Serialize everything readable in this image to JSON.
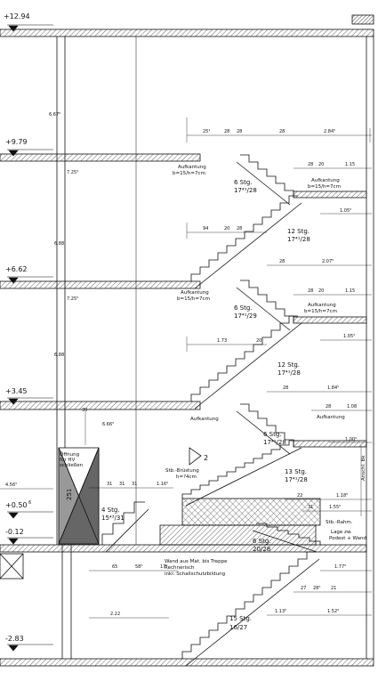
{
  "levels": [
    {
      "key": "l1294",
      "text": "+12.94"
    },
    {
      "key": "l979",
      "text": "+9.79"
    },
    {
      "key": "l662",
      "text": "+6.62"
    },
    {
      "key": "l345",
      "text": "+3.45"
    },
    {
      "key": "l050",
      "text": "+0.50"
    },
    {
      "key": "l050sup",
      "text": "6"
    },
    {
      "key": "l012",
      "text": "-0.12"
    },
    {
      "key": "l283",
      "text": "-2.83"
    }
  ],
  "stairs": [
    {
      "key": "s1a",
      "text": "6  Stg."
    },
    {
      "key": "s1b",
      "text": "17⁴¹/28"
    },
    {
      "key": "s2a",
      "text": "12  Stg."
    },
    {
      "key": "s2b",
      "text": "17⁴¹/28"
    },
    {
      "key": "s3a",
      "text": "6  Stg."
    },
    {
      "key": "s3b",
      "text": "17⁴¹/29"
    },
    {
      "key": "s4a",
      "text": "12  Stg."
    },
    {
      "key": "s4b",
      "text": "17⁴¹/28"
    },
    {
      "key": "s5a",
      "text": "6  Stg."
    },
    {
      "key": "s5b",
      "text": "17⁴¹/28"
    },
    {
      "key": "s6a",
      "text": "13  Stg."
    },
    {
      "key": "s6b",
      "text": "17⁴¹/28"
    },
    {
      "key": "s7a",
      "text": "4  Stg."
    },
    {
      "key": "s7b",
      "text": "15⁴³/31"
    },
    {
      "key": "s8a",
      "text": "6  Stg."
    },
    {
      "key": "s8b",
      "text": "20/28"
    },
    {
      "key": "s9a",
      "text": "15  Stg."
    },
    {
      "key": "s9b",
      "text": "16/27"
    }
  ],
  "labels": [
    {
      "key": "aufk1",
      "text": "Aufkantung"
    },
    {
      "key": "aufk1b",
      "text": "b=15/h=7cm"
    },
    {
      "key": "aufk2",
      "text": "Aufkantung"
    },
    {
      "key": "aufk2b",
      "text": "b=15/h=7cm"
    },
    {
      "key": "aufk3",
      "text": "Aufkantung"
    },
    {
      "key": "aufk3b",
      "text": "b=15/h=7cm"
    },
    {
      "key": "aufk4",
      "text": "Aufkantung"
    },
    {
      "key": "aufk4b",
      "text": "b=15/h=7cm"
    },
    {
      "key": "aufk5",
      "text": "Aufkantung"
    },
    {
      "key": "aufk6",
      "text": "Aufkantung"
    },
    {
      "key": "oeff1",
      "text": "Öffnung"
    },
    {
      "key": "oeff2",
      "text": "für HV"
    },
    {
      "key": "oeff3",
      "text": "schließen"
    },
    {
      "key": "oeffnum",
      "text": "251"
    },
    {
      "key": "d2",
      "text": "2"
    },
    {
      "key": "stb1",
      "text": "Stb.-Brüstung"
    },
    {
      "key": "stb2",
      "text": "h=?4cm"
    },
    {
      "key": "stbr",
      "text": "Stb.-Rahm."
    },
    {
      "key": "lage1",
      "text": "Lage zw."
    },
    {
      "key": "lage2",
      "text": "Podest + Wand"
    },
    {
      "key": "wand1",
      "text": "Wand aus Mat. bis Treppe"
    },
    {
      "key": "wand2",
      "text": "Rechnerisch"
    },
    {
      "key": "wand3",
      "text": "inkl. Schallschutzbildung"
    },
    {
      "key": "anschl",
      "text": "Anschl. Bk"
    }
  ],
  "dims": [
    {
      "key": "d667",
      "text": "6.67⁵"
    },
    {
      "key": "d725",
      "text": "7.25⁵"
    },
    {
      "key": "d688a",
      "text": "6.88"
    },
    {
      "key": "d725b",
      "text": "7.25⁵"
    },
    {
      "key": "d688b",
      "text": "6.88"
    },
    {
      "key": "d666",
      "text": "6.66⁵"
    },
    {
      "key": "d456",
      "text": "4.56⁵"
    },
    {
      "key": "d39",
      "text": "39"
    },
    {
      "key": "r1a",
      "text": "25¹"
    },
    {
      "key": "r1b",
      "text": "28"
    },
    {
      "key": "r1c",
      "text": "28"
    },
    {
      "key": "r1d",
      "text": "28"
    },
    {
      "key": "r1e",
      "text": "2.84⁵"
    },
    {
      "key": "r2a",
      "text": "28"
    },
    {
      "key": "r2b",
      "text": "20"
    },
    {
      "key": "r2c",
      "text": "1.15"
    },
    {
      "key": "r3",
      "text": "1.05⁵"
    },
    {
      "key": "r4a",
      "text": "94"
    },
    {
      "key": "r4b",
      "text": "20"
    },
    {
      "key": "r4c",
      "text": "28"
    },
    {
      "key": "r5a",
      "text": "28"
    },
    {
      "key": "r5b",
      "text": "2.07⁵"
    },
    {
      "key": "r6a",
      "text": "28"
    },
    {
      "key": "r6b",
      "text": "20"
    },
    {
      "key": "r6c",
      "text": "1.15"
    },
    {
      "key": "r7",
      "text": "1.05⁵"
    },
    {
      "key": "r8a",
      "text": "1.73"
    },
    {
      "key": "r8b",
      "text": "20"
    },
    {
      "key": "r9",
      "text": "28"
    },
    {
      "key": "r10",
      "text": "1.84⁵"
    },
    {
      "key": "r11a",
      "text": "28"
    },
    {
      "key": "r11b",
      "text": "1.08"
    },
    {
      "key": "r12",
      "text": "1.00⁵"
    },
    {
      "key": "r13a",
      "text": "31"
    },
    {
      "key": "r13b",
      "text": "31"
    },
    {
      "key": "r13c",
      "text": "31"
    },
    {
      "key": "r13d",
      "text": "1.16⁵"
    },
    {
      "key": "r14a",
      "text": "22"
    },
    {
      "key": "r14b",
      "text": "1.18⁵"
    },
    {
      "key": "r15a",
      "text": "31"
    },
    {
      "key": "r15b",
      "text": "1.55⁵"
    },
    {
      "key": "r16",
      "text": "1.77⁵"
    },
    {
      "key": "r17a",
      "text": "65"
    },
    {
      "key": "r17b",
      "text": "58⁵"
    },
    {
      "key": "r17c",
      "text": "17⁵"
    },
    {
      "key": "r18a",
      "text": "27"
    },
    {
      "key": "r18b",
      "text": "28⁵"
    },
    {
      "key": "r18c",
      "text": "21"
    },
    {
      "key": "r19",
      "text": "2.22"
    },
    {
      "key": "r20a",
      "text": "1.13⁵"
    },
    {
      "key": "r20b",
      "text": "1.52⁵"
    }
  ]
}
